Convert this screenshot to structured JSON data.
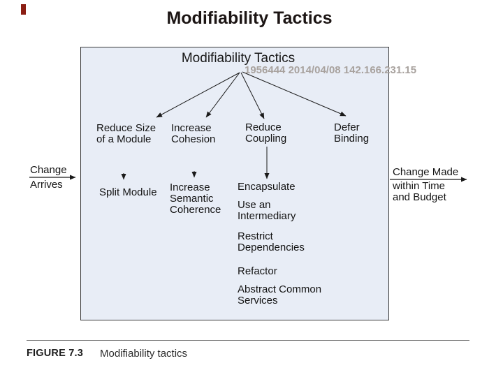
{
  "page": {
    "title": "Modifiability Tactics",
    "figure_label": "FIGURE 7.3",
    "figure_caption": "Modifiability tactics"
  },
  "watermark": "1956444 2014/04/08 142.166.231.15",
  "diagram": {
    "title": "Modifiability Tactics",
    "input": {
      "line1": "Change",
      "line2": "Arrives"
    },
    "output": {
      "line1": "Change Made",
      "line2": "within Time\nand Budget"
    },
    "categories": [
      "Reduce Size\nof a Module",
      "Increase\nCohesion",
      "Reduce\nCoupling",
      "Defer\nBinding"
    ],
    "tactics": {
      "split_module": "Split Module",
      "increase_semantic_coherence": "Increase\nSemantic\nCoherence",
      "encapsulate": "Encapsulate",
      "use_an_intermediary": "Use an\nIntermediary",
      "restrict_dependencies": "Restrict\nDependencies",
      "refactor": "Refactor",
      "abstract_common_services": "Abstract Common\nServices"
    }
  },
  "colors": {
    "box_fill": "#e8edf6",
    "box_border": "#3a3a3a",
    "watermark_gray": "#a8a29e",
    "accent_red": "#8b1e14",
    "text": "#141414"
  }
}
